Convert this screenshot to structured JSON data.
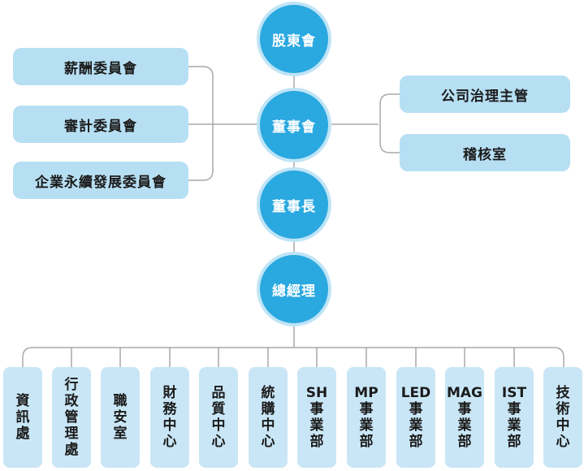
{
  "colors": {
    "circle": "#2aa8e0",
    "circle_ring": "#bfe4f6",
    "side_box": "#b7dff3",
    "dept_box": "#c9e6f6",
    "line": "#a9a9a9"
  },
  "top": {
    "shareholders": "股東會",
    "board": "董事會",
    "chairman": "董事長",
    "gm": "總經理"
  },
  "committees": [
    "薪酬委員會",
    "審計委員會",
    "企業永續發展委員會"
  ],
  "board_units": [
    "公司治理主管",
    "稽核室"
  ],
  "departments": [
    {
      "latin": "",
      "cjk": "資訊處"
    },
    {
      "latin": "",
      "cjk": "行政管理處"
    },
    {
      "latin": "",
      "cjk": "職安室"
    },
    {
      "latin": "",
      "cjk": "財務中心"
    },
    {
      "latin": "",
      "cjk": "品質中心"
    },
    {
      "latin": "",
      "cjk": "統購中心"
    },
    {
      "latin": "SH",
      "cjk": "事業部"
    },
    {
      "latin": "MP",
      "cjk": "事業部"
    },
    {
      "latin": "LED",
      "cjk": "事業部"
    },
    {
      "latin": "MAG",
      "cjk": "事業部"
    },
    {
      "latin": "IST",
      "cjk": "事業部"
    },
    {
      "latin": "",
      "cjk": "技術中心"
    }
  ]
}
